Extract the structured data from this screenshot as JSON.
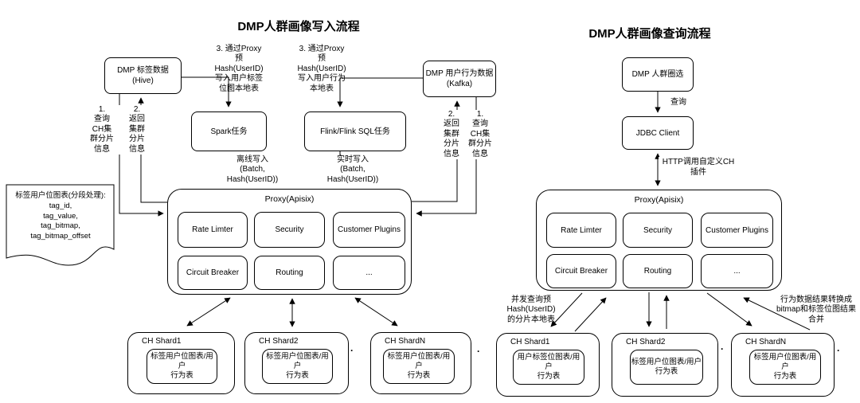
{
  "diagram": {
    "write_flow": {
      "title": "DMP人群画像写入流程",
      "hive": "DMP 标签数据\n(Hive)",
      "kafka": "DMP 用户行为数据\n(Kafka)",
      "spark": "Spark任务",
      "flink": "Flink/Flink SQL任务",
      "proxy_title": "Proxy(Apisix)",
      "plugins": [
        "Rate Limter",
        "Security",
        "Customer Plugins",
        "Circuit Breaker",
        "Routing",
        "..."
      ],
      "note": "标签用户位图表(分段处理):\ntag_id,\ntag_value,\ntag_bitmap,\ntag_bitmap_offset",
      "shards": [
        {
          "name": "CH Shard1",
          "table": "标签用户位图表/用户\n行为表"
        },
        {
          "name": "CH Shard2",
          "table": "标签用户位图表/用户\n行为表"
        },
        {
          "name": "CH ShardN",
          "table": "标签用户位图表/用户\n行为表"
        }
      ],
      "labels": {
        "query_shards_left": "1.\n查询\nCH集\n群分片\n信息",
        "return_shards_left": "2.\n返回\n集群\n分片\n信息",
        "write_tag_bitmap": "3. 通过Proxy\n预\nHash(UserID)\n写入用户标签\n位图本地表",
        "write_behavior": "3. 通过Proxy\n预\nHash(UserID)\n写入用户行为\n本地表",
        "return_shards_right": "2.\n返回\n集群\n分片\n信息",
        "query_shards_right": "1.\n查询\nCH集\n群分片\n信息",
        "offline_write": "离线写入\n(Batch,\nHash(UserID))",
        "realtime_write": "实时写入\n(Batch,\nHash(UserID))"
      }
    },
    "query_flow": {
      "title": "DMP人群画像查询流程",
      "crowd": "DMP 人群圈选",
      "jdbc": "JDBC Client",
      "proxy_title": "Proxy(Apisix)",
      "plugins": [
        "Rate Limter",
        "Security",
        "Customer Plugins",
        "Circuit Breaker",
        "Routing",
        "..."
      ],
      "shards": [
        {
          "name": "CH Shard1",
          "table": "用户标签位图表/用户\n行为表"
        },
        {
          "name": "CH Shard2",
          "table": "标签用户位图表/用户\n行为表"
        },
        {
          "name": "CH ShardN",
          "table": "标签用户位图表/用户\n行为表"
        }
      ],
      "labels": {
        "query": "查询",
        "http_plugin": "HTTP调用自定义CH\n插件",
        "concurrent_query": "并发查询预\nHash(UserID)\n的分片本地表",
        "merge_result": "行为数据结果转换成\nbitmap和标签位图结果\n合并"
      }
    },
    "ellipsis": ".",
    "colors": {
      "stroke": "#000000",
      "background": "#ffffff",
      "text": "#000000"
    }
  }
}
